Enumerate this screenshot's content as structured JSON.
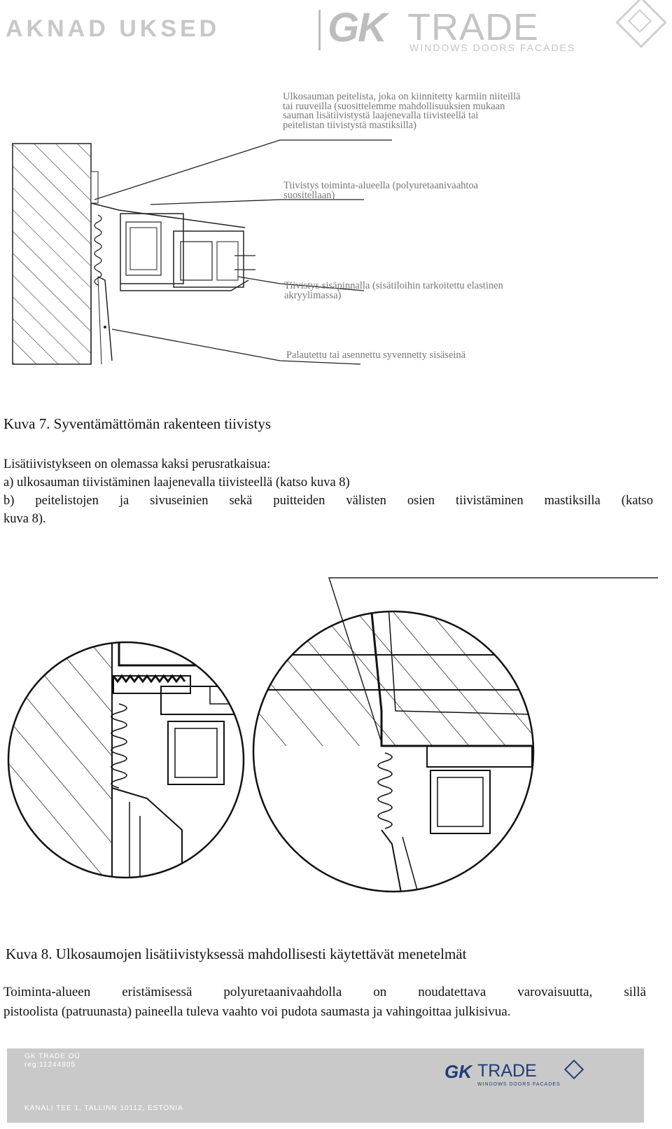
{
  "header": {
    "left_brand": "AKNAD UKSED",
    "logo_gk": "GK",
    "logo_trade": "TRADE",
    "logo_tagline": "WINDOWS DOORS FACADES"
  },
  "figure7": {
    "labels": [
      "Ulkosauman peitelista, joka on kiinnitetty karmiin niiteillä tai ruuveilla (suosittelemme mahdollisuuksien mukaan sauman lisätiivistystä laajenevalla tiivisteellä tai peitelistan tiivistystä mastiksilla)",
      "Tiivistys toiminta-alueella (polyuretaanivaahtoa suositellaan)",
      "Tiivistys sisäpinnalla (sisätiloihin tarkoitettu elastinen akryylimassa)",
      "Palautettu tai asennettu syvennetty sisäseinä"
    ],
    "caption": "Kuva 7. Syventämättömän rakenteen tiivistys"
  },
  "text1": {
    "intro": "Lisätiivistykseen on olemassa kaksi perusratkaisua:",
    "a": "a)  ulkosauman tiivistäminen laajenevalla tiivisteellä (katso kuva 8)",
    "b1": "b)  peitelistojen ja sivuseinien sekä puitteiden välisten osien tiivistäminen mastiksilla (katso",
    "b2": "kuva 8)."
  },
  "figure8": {
    "caption": "Kuva 8. Ulkosaumojen lisätiivistyksessä mahdollisesti käytettävät menetelmät"
  },
  "text2": {
    "line1": "Toiminta-alueen eristämisessä polyuretaanivaahdolla on noudatettava varovaisuutta, sillä",
    "line2": "pistoolista (patruunasta) paineella tuleva vaahto voi pudota saumasta ja vahingoittaa julkisivua."
  },
  "footer": {
    "company": "GK TRADE OÜ",
    "reg": "reg:11244805",
    "address": "KANALI TEE 1, TALLINN 10112, ESTONIA",
    "logo_gk": "GK",
    "logo_trade": "TRADE",
    "logo_tagline": "WINDOWS DOORS FACADES"
  }
}
